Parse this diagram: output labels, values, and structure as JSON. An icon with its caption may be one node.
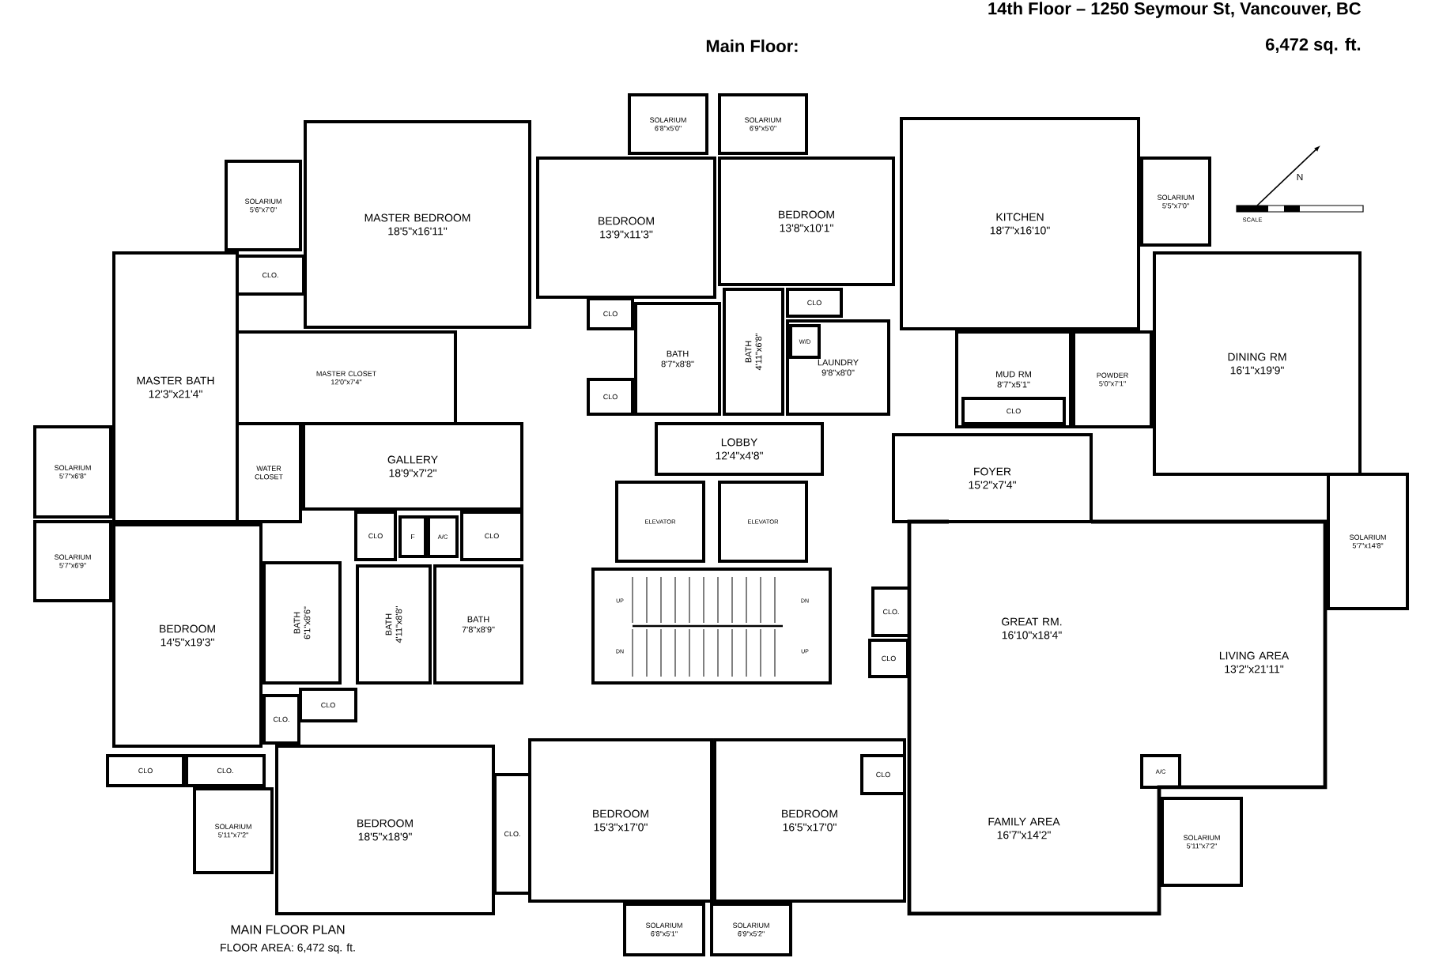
{
  "diagram": {
    "title": "14th Floor – 1250 Seymour St, Vancouver, BC",
    "nodes": [
      {
        "text": [
          "SOLARIUM",
          "5'6\"x7'0\""
        ]
      },
      {
        "text": [
          "MASTER BEDROOM",
          "18'5\"x16'11\""
        ]
      },
      {
        "text": [
          "CLO."
        ]
      },
      {
        "text": [
          "MASTER BATH",
          "12'3\"x21'4\""
        ]
      },
      {
        "text": [
          "MASTER CLOSET",
          "12'0\"x7'4\""
        ]
      },
      {
        "text": [
          "WATER CLOSET"
        ]
      },
      {
        "text": [
          "SOLARIUM",
          "5'7\"x6'8\""
        ]
      },
      {
        "text": [
          "SOLARIUM",
          "5'7\"x6'9\""
        ]
      },
      {
        "text": [
          "GALLERY",
          "18'9\"x7'2\""
        ]
      },
      {
        "text": [
          "BEDROOM",
          "14'5\"x19'3\""
        ]
      },
      {
        "text": [
          "CLO"
        ]
      },
      {
        "text": [
          "F"
        ]
      },
      {
        "text": [
          "A/C"
        ]
      },
      {
        "text": [
          "CLO"
        ]
      },
      {
        "text": [
          "BATH",
          "6'1\"x8'6\""
        ]
      },
      {
        "text": [
          "BATH",
          "4'11\"x8'8\""
        ]
      },
      {
        "text": [
          "BATH",
          "7'8\"x8'9\""
        ]
      },
      {
        "text": [
          "CLO"
        ]
      },
      {
        "text": [
          "CLO."
        ]
      },
      {
        "text": [
          "CLO"
        ]
      },
      {
        "text": [
          "CLO."
        ]
      },
      {
        "text": [
          "SOLARIUM",
          "5'11\"x7'2\""
        ]
      },
      {
        "text": [
          "BEDROOM",
          "18'5\"x18'9\""
        ]
      },
      {
        "text": [
          "CLO."
        ]
      },
      {
        "text": [
          "SOLARIUM",
          "6'8\"x5'0\""
        ]
      },
      {
        "text": [
          "SOLARIUM",
          "6'9\"x5'0\""
        ]
      },
      {
        "text": [
          "BEDROOM",
          "13'9\"x11'3\""
        ]
      },
      {
        "text": [
          "BEDROOM",
          "13'8\"x10'1\""
        ]
      },
      {
        "text": [
          "CLO"
        ]
      },
      {
        "text": [
          "BATH",
          "8'7\"x8'8\""
        ]
      },
      {
        "text": [
          "CLO"
        ]
      },
      {
        "text": [
          "BATH",
          "4'11\"x6'8\""
        ]
      },
      {
        "text": [
          "CLO"
        ]
      },
      {
        "text": [
          "LAUNDRY",
          "9'8\"x8'0\""
        ]
      },
      {
        "text": [
          "W/D"
        ],
        "in": 33
      },
      {
        "text": [
          "LOBBY",
          "12'4\"x4'8\""
        ]
      },
      {
        "text": [
          "ELEVATOR"
        ]
      },
      {
        "text": [
          "ELEVATOR"
        ]
      },
      {
        "text": [
          "CLO."
        ]
      },
      {
        "text": [
          "CLO"
        ]
      },
      {
        "text": [
          "BEDROOM",
          "15'3\"x17'0\""
        ]
      },
      {
        "text": [
          "BEDROOM",
          "16'5\"x17'0\""
        ]
      },
      {
        "text": [
          "CLO"
        ],
        "in": 41
      },
      {
        "text": [
          "SOLARIUM",
          "6'8\"x5'1\""
        ]
      },
      {
        "text": [
          "SOLARIUM",
          "6'9\"x5'2\""
        ]
      },
      {
        "text": [
          "KITCHEN",
          "18'7\"x16'10\""
        ]
      },
      {
        "text": [
          "SOLARIUM",
          "5'5\"x7'0\""
        ]
      },
      {
        "text": [
          "MUD RM",
          "8'7\"x5'1\""
        ]
      },
      {
        "text": [
          "CLO"
        ],
        "in": 47
      },
      {
        "text": [
          "POWDER",
          "5'0\"x7'1\""
        ]
      },
      {
        "text": [
          "DINING RM",
          "16'1\"x19'9\""
        ]
      },
      {
        "text": [
          "FOYER",
          "15'2\"x7'4\""
        ]
      },
      {
        "text": [
          "GREAT RM.",
          "16'10\"x18'4\""
        ]
      },
      {
        "text": [
          "LIVING AREA",
          "13'2\"x21'11\""
        ]
      },
      {
        "text": [
          "SOLARIUM",
          "5'7\"x14'8\""
        ]
      },
      {
        "text": [
          "A/C"
        ]
      },
      {
        "text": [
          "FAMILY AREA",
          "16'7\"x14'2\""
        ]
      },
      {
        "text": [
          "SOLARIUM",
          "5'11\"x7'2\""
        ]
      }
    ],
    "labels": [
      "Main Floor:",
      "6,472 sq. ft.",
      "N",
      "SCALE",
      "UP",
      "DN",
      "DN",
      "UP",
      "MAIN FLOOR PLAN",
      "FLOOR AREA: 6,472 sq. ft."
    ]
  }
}
